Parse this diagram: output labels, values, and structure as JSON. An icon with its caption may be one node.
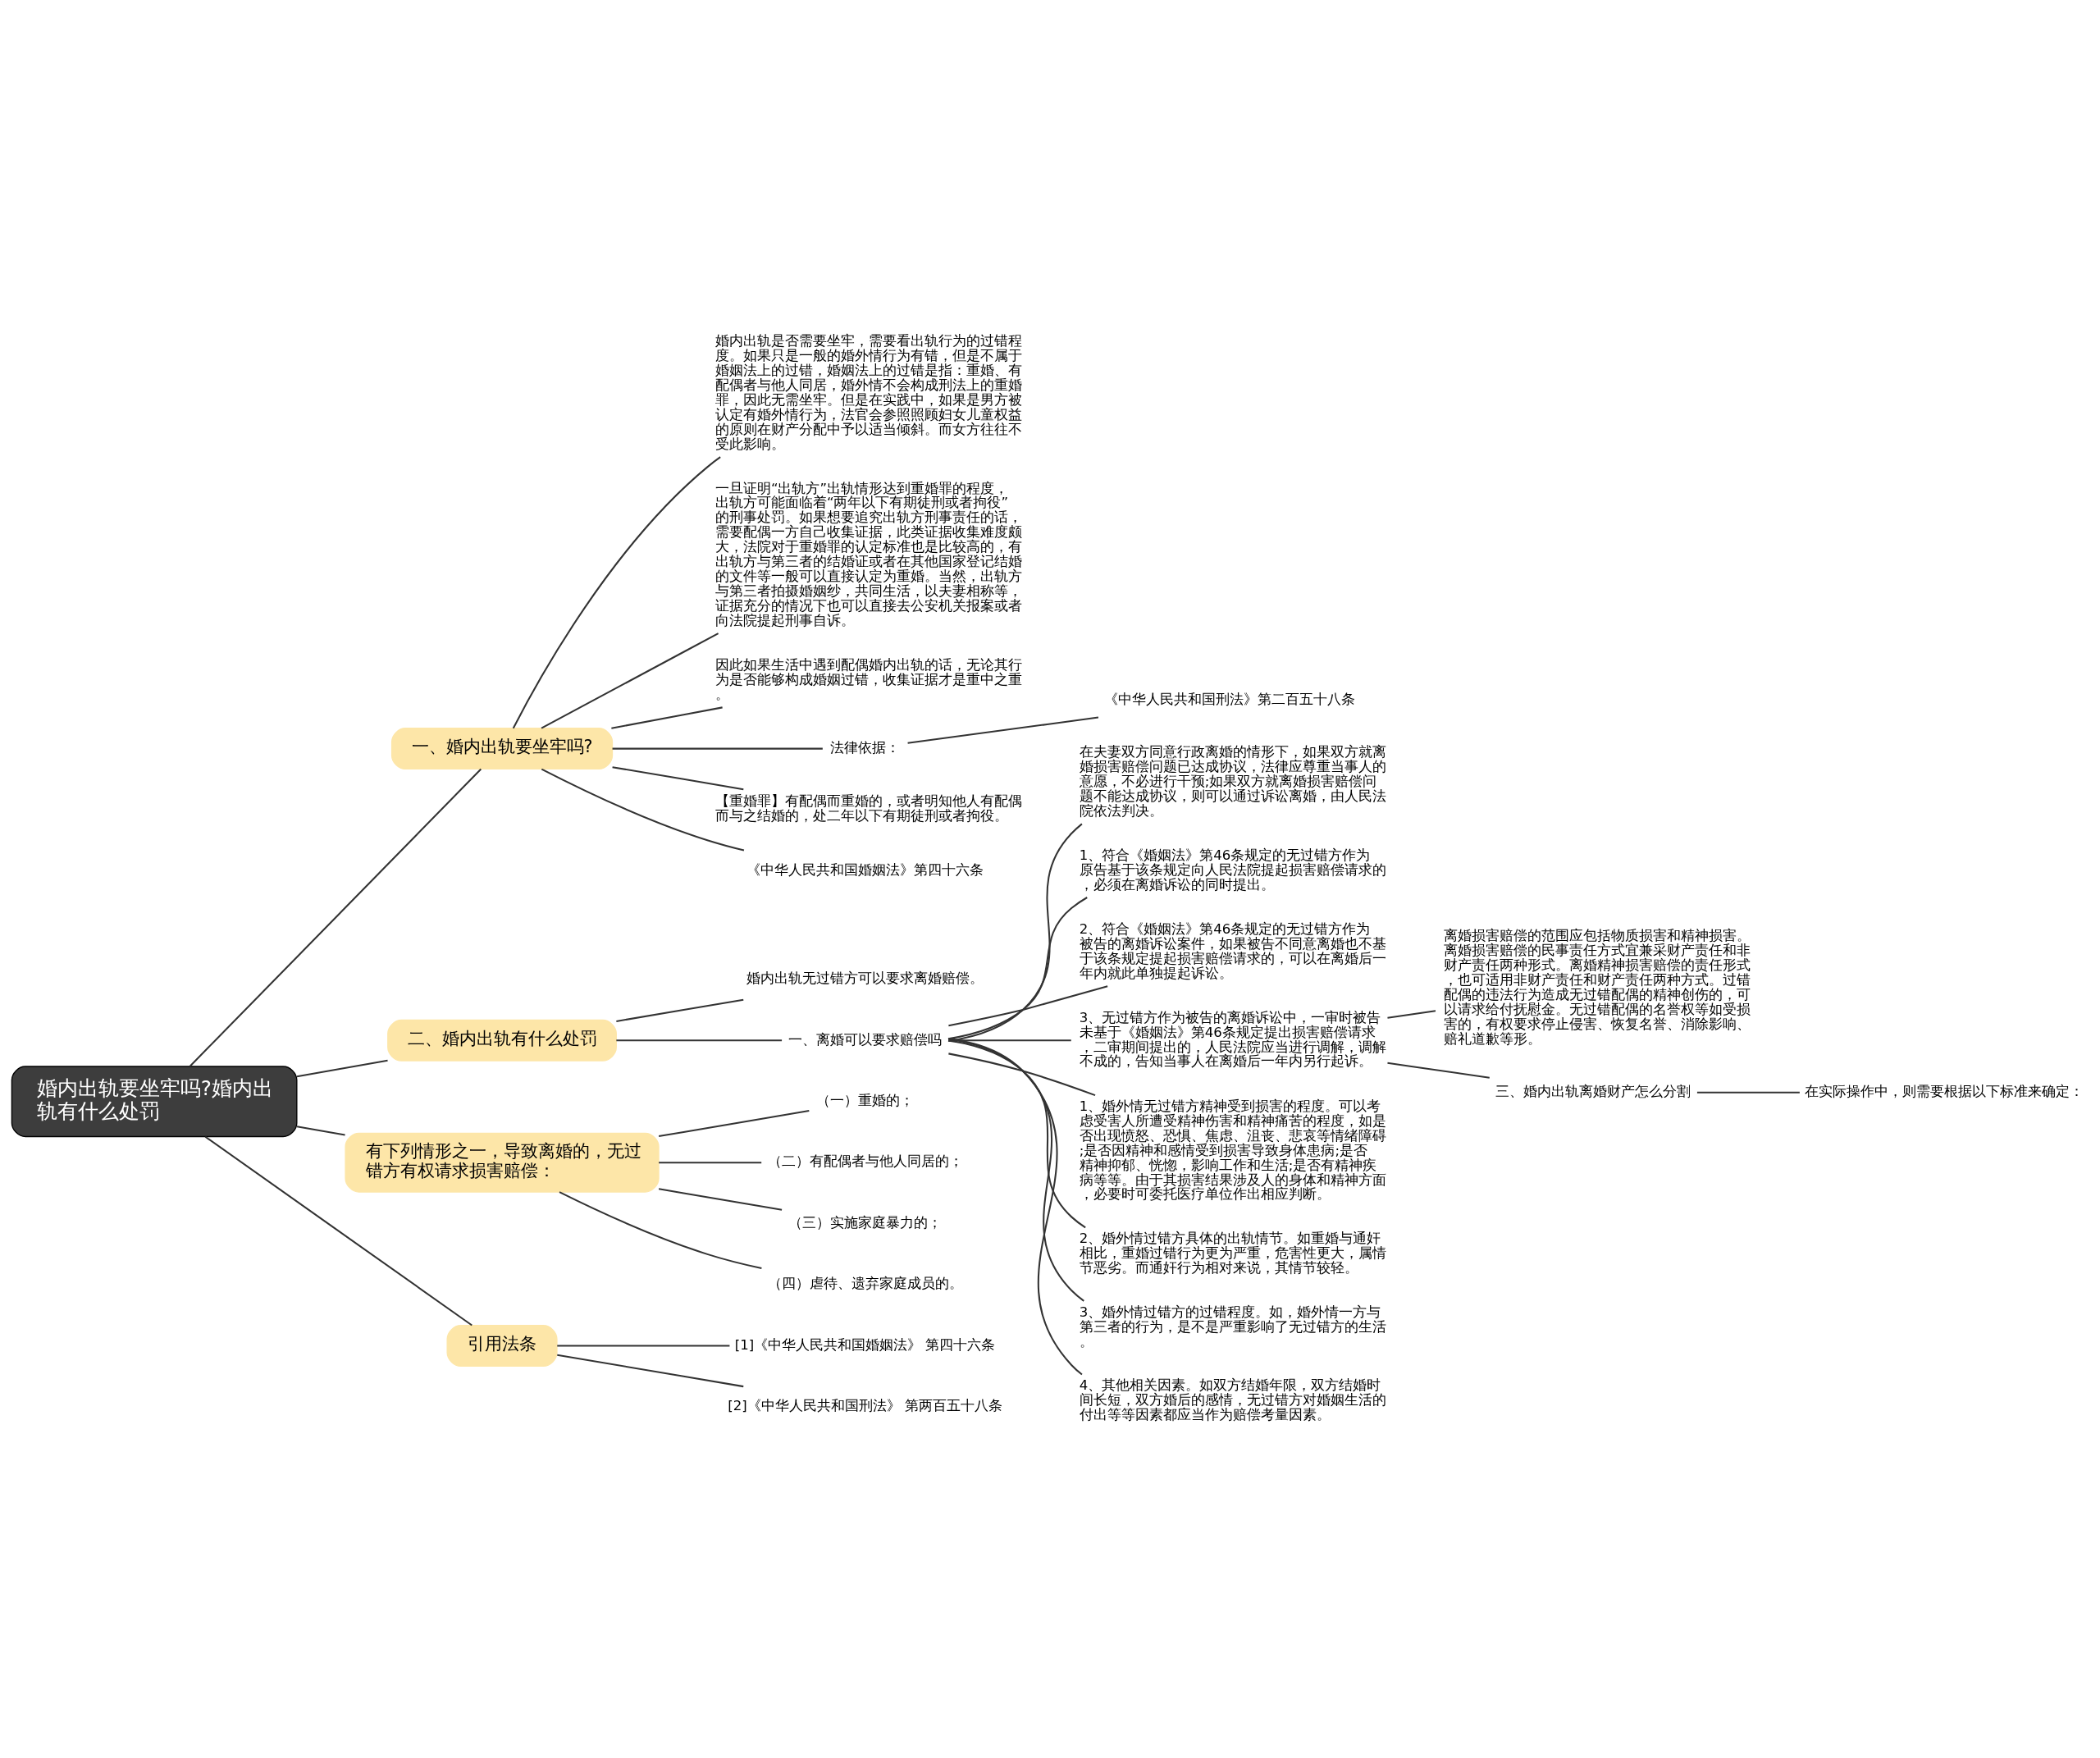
{
  "diagram": {
    "nodes": [
      {
        "text": [
          "婚内出轨要坐牢吗?婚内出轨有什么处罚"
        ]
      },
      {
        "text": [
          "一、婚内出轨要坐牢吗?"
        ]
      },
      {
        "text": [
          "婚内出轨是否需要坐牢，需要看出轨行为的过错程度。如果只是一般的婚外情行为有错，但是不属于婚姻法上的过错，婚姻法上的过错是指：重婚、有配偶者与他人同居，婚外情不会构成刑法上的重婚罪，因此无需坐牢。但是在实践中，如果是男方被认定有婚外情行为，法官会参照照顾妇女儿童权益的原则在财产分配中予以适当倾斜。而女方往往不受此影响。"
        ]
      },
      {
        "text": [
          "一旦证明“出轨方”出轨情形达到重婚罪的程度，出轨方可能面临着“两年以下有期徒刑或者拘役”的刑事处罚。如果想要追究出轨方刑事责任的话，需要配偶一方自己收集证据，此类证据收集难度颇大，法院对于重婚罪的认定标准也是比较高的，有出轨方与第三者的结婚证或者在其他国家登记结婚的文件等一般可以直接认定为重婚。当然，出轨方与第三者拍摄婚姻纱，共同生活，以夫妻相称等，证据充分的情况下也可以直接去公安机关报案或者向法院提起刑事自诉。"
        ]
      },
      {
        "text": [
          "因此如果生活中遇到配偶婚内出轨的话，无论其行为是否能够构成婚姻过错，收集证据才是重中之重。"
        ]
      },
      {
        "text": [
          "法律依据："
        ]
      },
      {
        "text": [
          "《中华人民共和国刑法》第二百五十八条"
        ]
      },
      {
        "text": [
          "【重婚罪】有配偶而重婚的，或者明知他人有配偶而与之结婚的，处二年以下有期徒刑或者拘役。"
        ]
      },
      {
        "text": [
          "《中华人民共和国婚姻法》第四十六条"
        ]
      },
      {
        "text": [
          "二、婚内出轨有什么处罚"
        ]
      },
      {
        "text": [
          "婚内出轨无过错方可以要求离婚赔偿。"
        ]
      },
      {
        "text": [
          "一、离婚可以要求赔偿吗"
        ]
      },
      {
        "text": [
          "在夫妻双方同意行政离婚的情形下，如果双方就离婚损害赔偿问题已达成协议，法律应尊重当事人的意愿，不必进行干预;如果双方就离婚损害赔偿问题不能达成协议，则可以通过诉讼离婚，由人民法院依法判决。"
        ]
      },
      {
        "text": [
          "1、符合《婚姻法》第46条规定的无过错方作为原告基于该条规定向人民法院提起损害赔偿请求的，必须在离婚诉讼的同时提出。"
        ]
      },
      {
        "text": [
          "2、符合《婚姻法》第46条规定的无过错方作为被告的离婚诉讼案件，如果被告不同意离婚也不基于该条规定提起损害赔偿请求的，可以在离婚后一年内就此单独提起诉讼。"
        ]
      },
      {
        "text": [
          "3、无过错方作为被告的离婚诉讼中，一审时被告未基于《婚姻法》第46条规定提出损害赔偿请求，二审期间提出的，人民法院应当进行调解，调解不成的，告知当事人在离婚后一年内另行起诉。"
        ]
      },
      {
        "text": [
          "离婚损害赔偿的范围应包括物质损害和精神损害。离婚损害赔偿的民事责任方式宜兼采财产责任和非财产责任两种形式。离婚精神损害赔偿的责任形式，也可适用非财产责任和财产责任两种方式。过错配偶的违法行为造成无过错配偶的精神创伤的，可以请求给付抚慰金。无过错配偶的名誉权等如受损害的，有权要求停止侵害、恢复名誉、消除影响、赔礼道歉等形。"
        ]
      },
      {
        "text": [
          "三、婚内出轨离婚财产怎么分割"
        ]
      },
      {
        "text": [
          "在实际操作中，则需要根据以下标准来确定："
        ]
      },
      {
        "text": [
          "1、婚外情无过错方精神受到损害的程度。可以考虑受害人所遭受精神伤害和精神痛苦的程度，如是否出现愤怒、恐惧、焦虑、沮丧、悲哀等情绪障碍;是否因精神和感情受到损害导致身体患病;是否精神抑郁、恍惚，影响工作和生活;是否有精神疾病等等。由于其损害结果涉及人的身体和精神方面，必要时可委托医疗单位作出相应判断。"
        ]
      },
      {
        "text": [
          "2、婚外情过错方具体的出轨情节。如重婚与通奸相比，重婚过错行为更为严重，危害性更大，属情节恶劣。而通奸行为相对来说，其情节较轻。"
        ]
      },
      {
        "text": [
          "3、婚外情过错方的过错程度。如，婚外情一方与第三者的行为，是不是严重影响了无过错方的生活。"
        ]
      },
      {
        "text": [
          "4、其他相关因素。如双方结婚年限，双方结婚时间长短，双方婚后的感情，无过错方对婚姻生活的付出等等因素都应当作为赔偿考量因素。"
        ]
      },
      {
        "text": [
          "有下列情形之一，导致离婚的，无过错方有权请求损害赔偿："
        ]
      },
      {
        "text": [
          "（一）重婚的；"
        ]
      },
      {
        "text": [
          "（二）有配偶者与他人同居的；"
        ]
      },
      {
        "text": [
          "（三）实施家庭暴力的；"
        ]
      },
      {
        "text": [
          "（四）虐待、遗弃家庭成员的。"
        ]
      },
      {
        "text": [
          "引用法条"
        ]
      },
      {
        "text": [
          "[1]《中华人民共和国婚姻法》 第四十六条"
        ]
      },
      {
        "text": [
          "[2]《中华人民共和国刑法》 第两百五十八条"
        ]
      }
    ],
    "edges": [
      {
        "from": 0,
        "to": 1,
        "arrow": "none"
      },
      {
        "from": 1,
        "to": 2,
        "arrow": "none"
      },
      {
        "from": 1,
        "to": 3,
        "arrow": "none"
      },
      {
        "from": 1,
        "to": 4,
        "arrow": "none"
      },
      {
        "from": 1,
        "to": 5,
        "arrow": "none"
      },
      {
        "from": 5,
        "to": 6,
        "arrow": "none"
      },
      {
        "from": 1,
        "to": 7,
        "arrow": "none"
      },
      {
        "from": 1,
        "to": 8,
        "arrow": "none"
      },
      {
        "from": 0,
        "to": 9,
        "arrow": "none"
      },
      {
        "from": 9,
        "to": 10,
        "arrow": "none"
      },
      {
        "from": 9,
        "to": 11,
        "arrow": "none"
      },
      {
        "from": 11,
        "to": 12,
        "arrow": "none"
      },
      {
        "from": 11,
        "to": 13,
        "arrow": "none"
      },
      {
        "from": 11,
        "to": 14,
        "arrow": "none"
      },
      {
        "from": 11,
        "to": 15,
        "arrow": "none"
      },
      {
        "from": 15,
        "to": 16,
        "arrow": "none"
      },
      {
        "from": 15,
        "to": 17,
        "arrow": "none"
      },
      {
        "from": 17,
        "to": 18,
        "arrow": "none"
      },
      {
        "from": 11,
        "to": 19,
        "arrow": "none"
      },
      {
        "from": 11,
        "to": 20,
        "arrow": "none"
      },
      {
        "from": 11,
        "to": 21,
        "arrow": "none"
      },
      {
        "from": 11,
        "to": 22,
        "arrow": "none"
      },
      {
        "from": 0,
        "to": 23,
        "arrow": "none"
      },
      {
        "from": 23,
        "to": 24,
        "arrow": "none"
      },
      {
        "from": 23,
        "to": 25,
        "arrow": "none"
      },
      {
        "from": 23,
        "to": 26,
        "arrow": "none"
      },
      {
        "from": 23,
        "to": 27,
        "arrow": "none"
      },
      {
        "from": 0,
        "to": 28,
        "arrow": "none"
      },
      {
        "from": 28,
        "to": 29,
        "arrow": "none"
      },
      {
        "from": 28,
        "to": 30,
        "arrow": "none"
      }
    ]
  }
}
